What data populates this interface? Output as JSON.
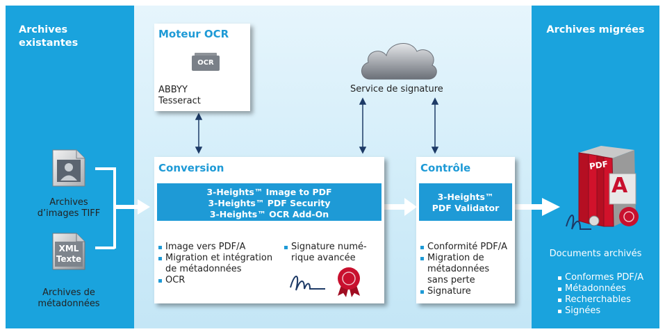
{
  "left_panel": {
    "title_line1": "Archives",
    "title_line2": "existantes",
    "tiff_label_line1": "Archives",
    "tiff_label_line2": "d’images TIFF",
    "xml_icon_line1": "XML",
    "xml_icon_line2": "Texte",
    "meta_label_line1": "Archives de",
    "meta_label_line2": "métadonnées"
  },
  "ocr_box": {
    "title": "Moteur OCR",
    "chip": "OCR",
    "engines": [
      "ABBYY",
      "Tesseract"
    ]
  },
  "signature_service": {
    "label": "Service de signature"
  },
  "conversion": {
    "title": "Conversion",
    "products": [
      "3-Heights™ Image to PDF",
      "3-Heights™ PDF Security",
      "3-Heights™ OCR Add-On"
    ],
    "features_left": [
      {
        "line1": "Image vers PDF/A",
        "line2": ""
      },
      {
        "line1": "Migration et intégration",
        "line2": "de métadonnées"
      },
      {
        "line1": "OCR",
        "line2": ""
      }
    ],
    "feature_right_line1": "Signature numé-",
    "feature_right_line2": "rique avancée"
  },
  "controle": {
    "title": "Contrôle",
    "product_line1": "3-Heights™",
    "product_line2": "PDF Validator",
    "features": [
      {
        "line1": "Conformité PDF/A",
        "line2": "",
        "line3": ""
      },
      {
        "line1": "Migration de",
        "line2": "métadonnées",
        "line3": "sans perte"
      },
      {
        "line1": "Signature",
        "line2": "",
        "line3": ""
      }
    ]
  },
  "right_panel": {
    "title": "Archives migrées",
    "binder_label": "PDF",
    "binder_letter": "A",
    "docs_label": "Documents archivés",
    "items": [
      "Conformes PDF/A",
      "Métadonnées",
      "Recherchables",
      "Signées"
    ]
  },
  "colors": {
    "accent_blue": "#1e9ad6",
    "panel_blue": "#1aa3dd",
    "arrow_dark": "#1d3a66",
    "seal_red": "#c8102e"
  }
}
